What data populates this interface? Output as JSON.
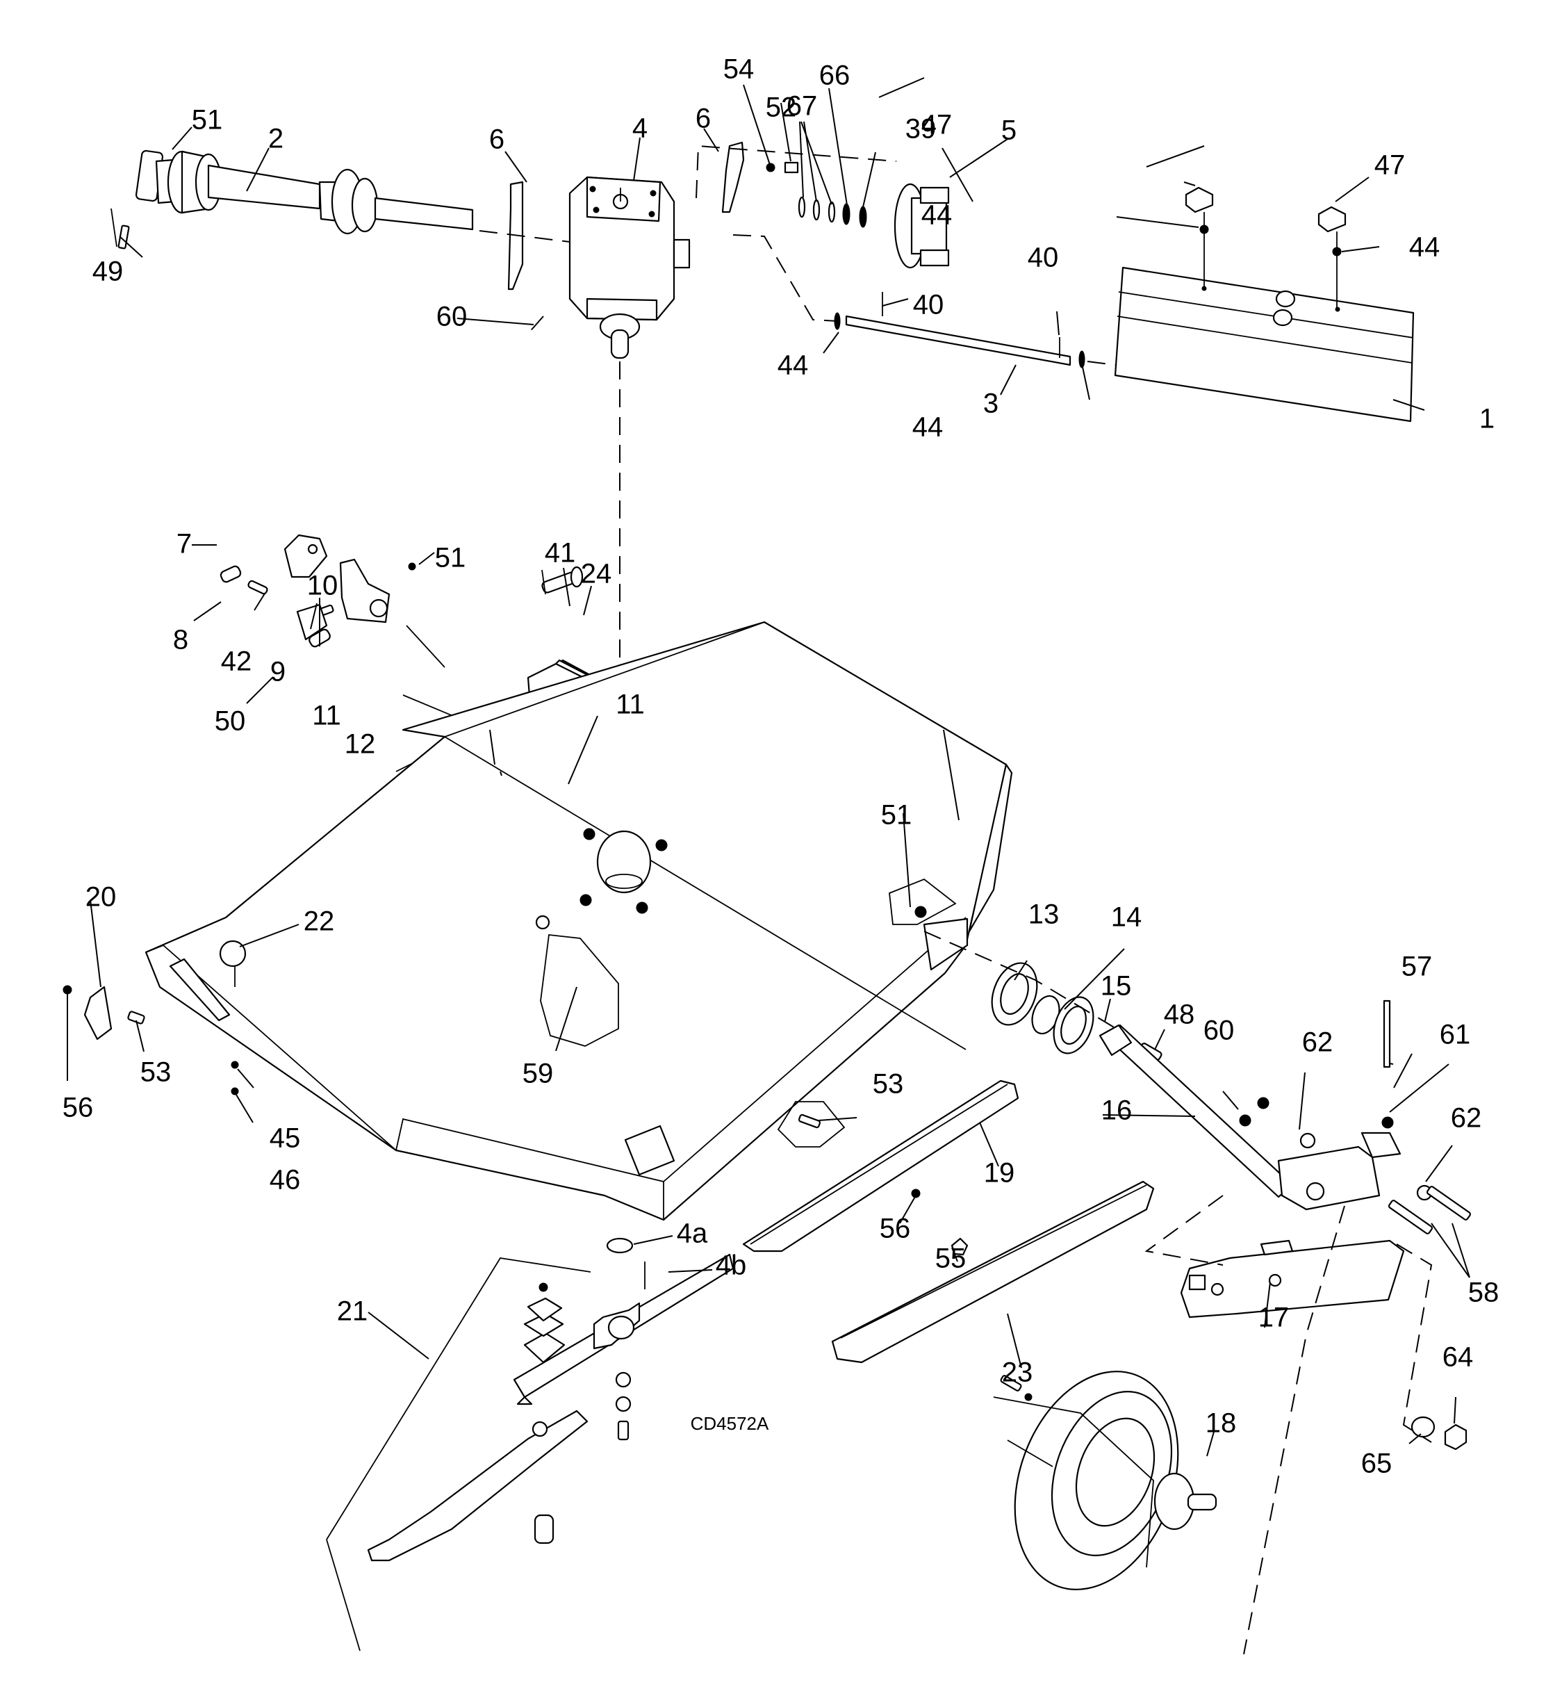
{
  "document": {
    "type": "exploded parts diagram",
    "drawing_id": "CD4572A"
  },
  "callouts": [
    {
      "id": "c1",
      "label": "1"
    },
    {
      "id": "c2",
      "label": "2"
    },
    {
      "id": "c3",
      "label": "3"
    },
    {
      "id": "c4",
      "label": "4"
    },
    {
      "id": "c4a",
      "label": "4a"
    },
    {
      "id": "c4b",
      "label": "4b"
    },
    {
      "id": "c5",
      "label": "5"
    },
    {
      "id": "c6a",
      "label": "6"
    },
    {
      "id": "c6b",
      "label": "6"
    },
    {
      "id": "c7",
      "label": "7"
    },
    {
      "id": "c8",
      "label": "8"
    },
    {
      "id": "c9",
      "label": "9"
    },
    {
      "id": "c10",
      "label": "10"
    },
    {
      "id": "c11a",
      "label": "11"
    },
    {
      "id": "c11b",
      "label": "11"
    },
    {
      "id": "c12",
      "label": "12"
    },
    {
      "id": "c13",
      "label": "13"
    },
    {
      "id": "c14",
      "label": "14"
    },
    {
      "id": "c15",
      "label": "15"
    },
    {
      "id": "c16",
      "label": "16"
    },
    {
      "id": "c17",
      "label": "17"
    },
    {
      "id": "c18",
      "label": "18"
    },
    {
      "id": "c19",
      "label": "19"
    },
    {
      "id": "c20",
      "label": "20"
    },
    {
      "id": "c21",
      "label": "21"
    },
    {
      "id": "c22",
      "label": "22"
    },
    {
      "id": "c23",
      "label": "23"
    },
    {
      "id": "c24",
      "label": "24"
    },
    {
      "id": "c39",
      "label": "39"
    },
    {
      "id": "c40a",
      "label": "40"
    },
    {
      "id": "c40b",
      "label": "40"
    },
    {
      "id": "c41",
      "label": "41"
    },
    {
      "id": "c42",
      "label": "42"
    },
    {
      "id": "c44a",
      "label": "44"
    },
    {
      "id": "c44b",
      "label": "44"
    },
    {
      "id": "c44c",
      "label": "44"
    },
    {
      "id": "c44d",
      "label": "44"
    },
    {
      "id": "c45",
      "label": "45"
    },
    {
      "id": "c46",
      "label": "46"
    },
    {
      "id": "c47a",
      "label": "47"
    },
    {
      "id": "c47b",
      "label": "47"
    },
    {
      "id": "c48",
      "label": "48"
    },
    {
      "id": "c49",
      "label": "49"
    },
    {
      "id": "c50",
      "label": "50"
    },
    {
      "id": "c51a",
      "label": "51"
    },
    {
      "id": "c51b",
      "label": "51"
    },
    {
      "id": "c51c",
      "label": "51"
    },
    {
      "id": "c52",
      "label": "52"
    },
    {
      "id": "c53a",
      "label": "53"
    },
    {
      "id": "c53b",
      "label": "53"
    },
    {
      "id": "c54",
      "label": "54"
    },
    {
      "id": "c55",
      "label": "55"
    },
    {
      "id": "c56a",
      "label": "56"
    },
    {
      "id": "c56b",
      "label": "56"
    },
    {
      "id": "c57",
      "label": "57"
    },
    {
      "id": "c58",
      "label": "58"
    },
    {
      "id": "c59",
      "label": "59"
    },
    {
      "id": "c60a",
      "label": "60"
    },
    {
      "id": "c60b",
      "label": "60"
    },
    {
      "id": "c61",
      "label": "61"
    },
    {
      "id": "c62a",
      "label": "62"
    },
    {
      "id": "c62b",
      "label": "62"
    },
    {
      "id": "c64",
      "label": "64"
    },
    {
      "id": "c65",
      "label": "65"
    },
    {
      "id": "c66",
      "label": "66"
    },
    {
      "id": "c67",
      "label": "67"
    }
  ]
}
